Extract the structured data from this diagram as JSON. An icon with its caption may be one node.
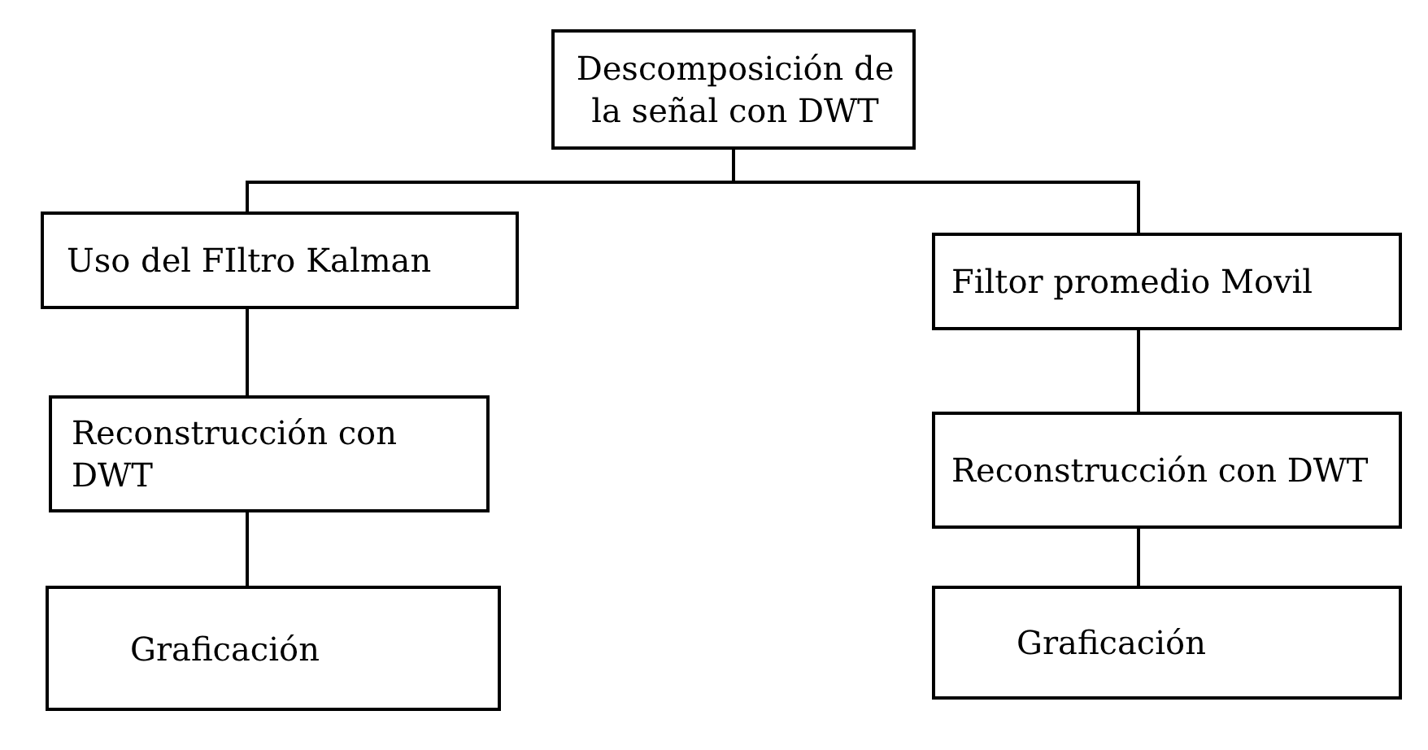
{
  "diagram": {
    "nodes": [
      {
        "text": [
          "Descomposición de la señal con DWT"
        ]
      },
      {
        "text": [
          "Uso del FIltro Kalman"
        ]
      },
      {
        "text": [
          "Filtor promedio Movil"
        ]
      },
      {
        "text": [
          "Reconstrucción con DWT"
        ]
      },
      {
        "text": [
          "Reconstrucción con DWT"
        ]
      },
      {
        "text": [
          "Graficación"
        ]
      },
      {
        "text": [
          "Graficación"
        ]
      }
    ],
    "edges": [
      {
        "from": 0,
        "to": 1,
        "arrow": "none"
      },
      {
        "from": 0,
        "to": 2,
        "arrow": "none"
      },
      {
        "from": 1,
        "to": 3,
        "arrow": "none"
      },
      {
        "from": 3,
        "to": 5,
        "arrow": "none"
      },
      {
        "from": 2,
        "to": 4,
        "arrow": "none"
      },
      {
        "from": 4,
        "to": 6,
        "arrow": "none"
      }
    ]
  }
}
